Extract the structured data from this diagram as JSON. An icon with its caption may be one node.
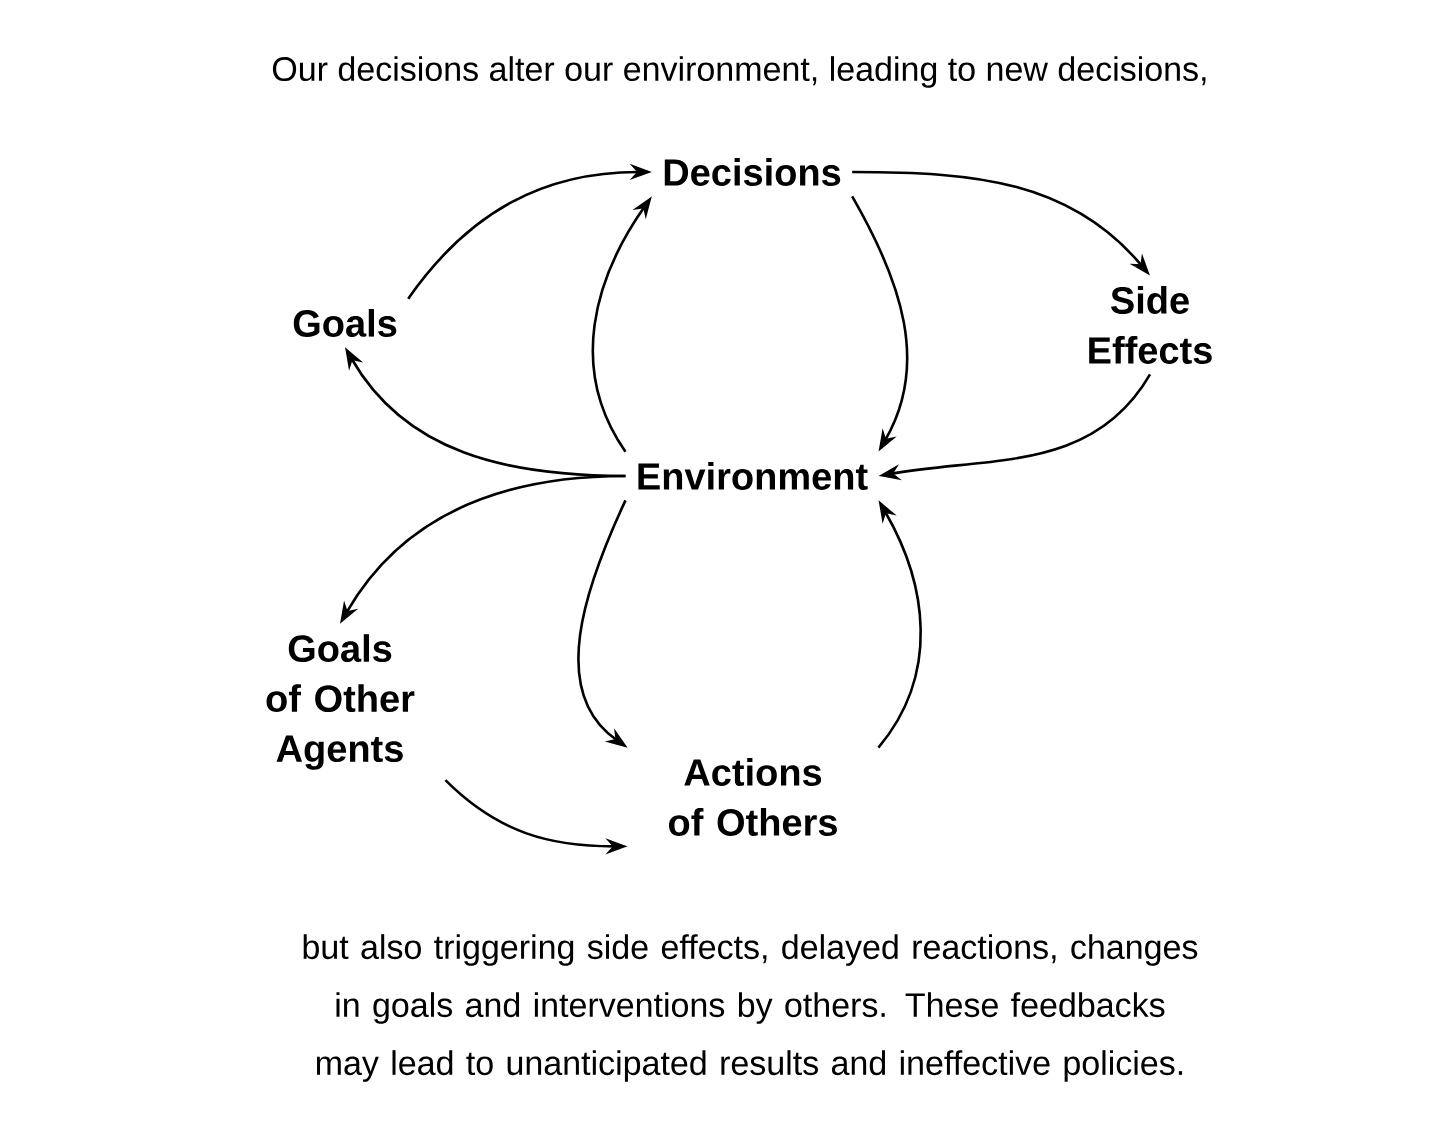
{
  "diagram": {
    "title": "Our decisions alter our environment, leading to new decisions,",
    "caption": "but also triggering side effects, delayed reactions, changes in goals and interventions by others.  These feedbacks may lead to unanticipated results and ineffective policies.",
    "nodes": [
      {
        "text": [
          "Decisions"
        ]
      },
      {
        "text": [
          "Side Effects"
        ]
      },
      {
        "text": [
          "Environment"
        ]
      },
      {
        "text": [
          "Goals"
        ]
      },
      {
        "text": [
          "Goals of Other Agents"
        ]
      },
      {
        "text": [
          "Actions of Others"
        ]
      }
    ],
    "edges": [
      {
        "from": 3,
        "to": 0,
        "arrow": "to"
      },
      {
        "from": 2,
        "to": 0,
        "arrow": "to"
      },
      {
        "from": 0,
        "to": 1,
        "arrow": "to"
      },
      {
        "from": 0,
        "to": 2,
        "arrow": "to"
      },
      {
        "from": 1,
        "to": 2,
        "arrow": "to"
      },
      {
        "from": 2,
        "to": 3,
        "arrow": "to"
      },
      {
        "from": 2,
        "to": 4,
        "arrow": "to"
      },
      {
        "from": 2,
        "to": 5,
        "arrow": "to"
      },
      {
        "from": 5,
        "to": 2,
        "arrow": "to"
      },
      {
        "from": 4,
        "to": 5,
        "arrow": "to"
      }
    ]
  }
}
